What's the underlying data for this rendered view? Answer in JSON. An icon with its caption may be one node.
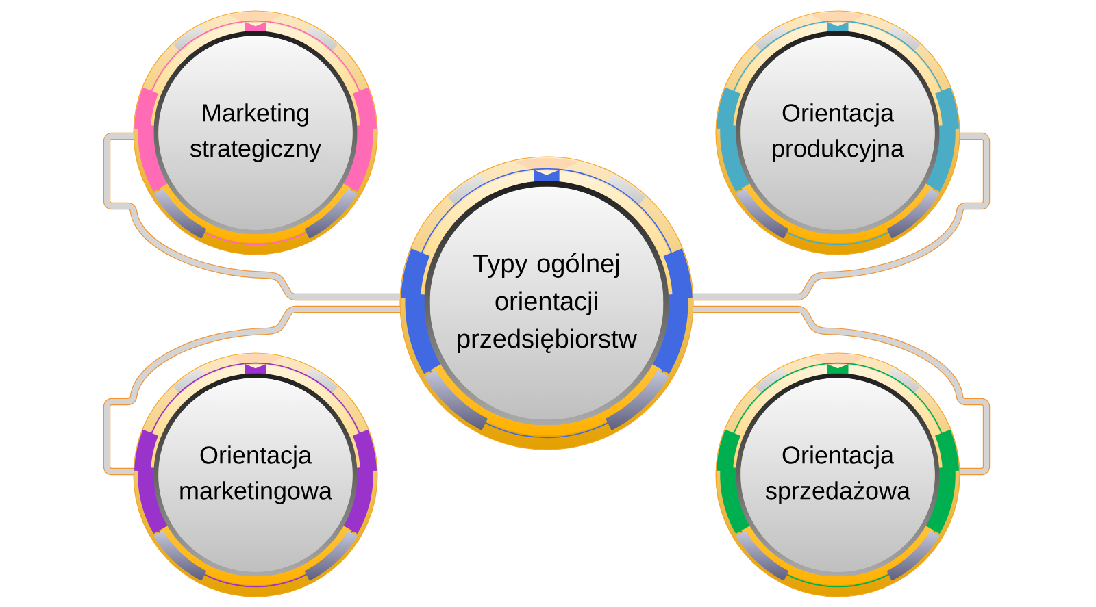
{
  "diagram": {
    "nodes": [
      {
        "text": [
          "Marketing strategiczny"
        ]
      },
      {
        "text": [
          "Orientacja produkcyjna"
        ]
      },
      {
        "text": [
          "Typy ogólnej orientacji przedsiębiorstw"
        ]
      },
      {
        "text": [
          "Orientacja marketingowa"
        ]
      },
      {
        "text": [
          "Orientacja sprzedażowa"
        ]
      }
    ],
    "edges": [
      {
        "from": 2,
        "to": 0,
        "arrow": "none"
      },
      {
        "from": 2,
        "to": 1,
        "arrow": "none"
      },
      {
        "from": 2,
        "to": 3,
        "arrow": "none"
      },
      {
        "from": 2,
        "to": 4,
        "arrow": "none"
      }
    ]
  }
}
